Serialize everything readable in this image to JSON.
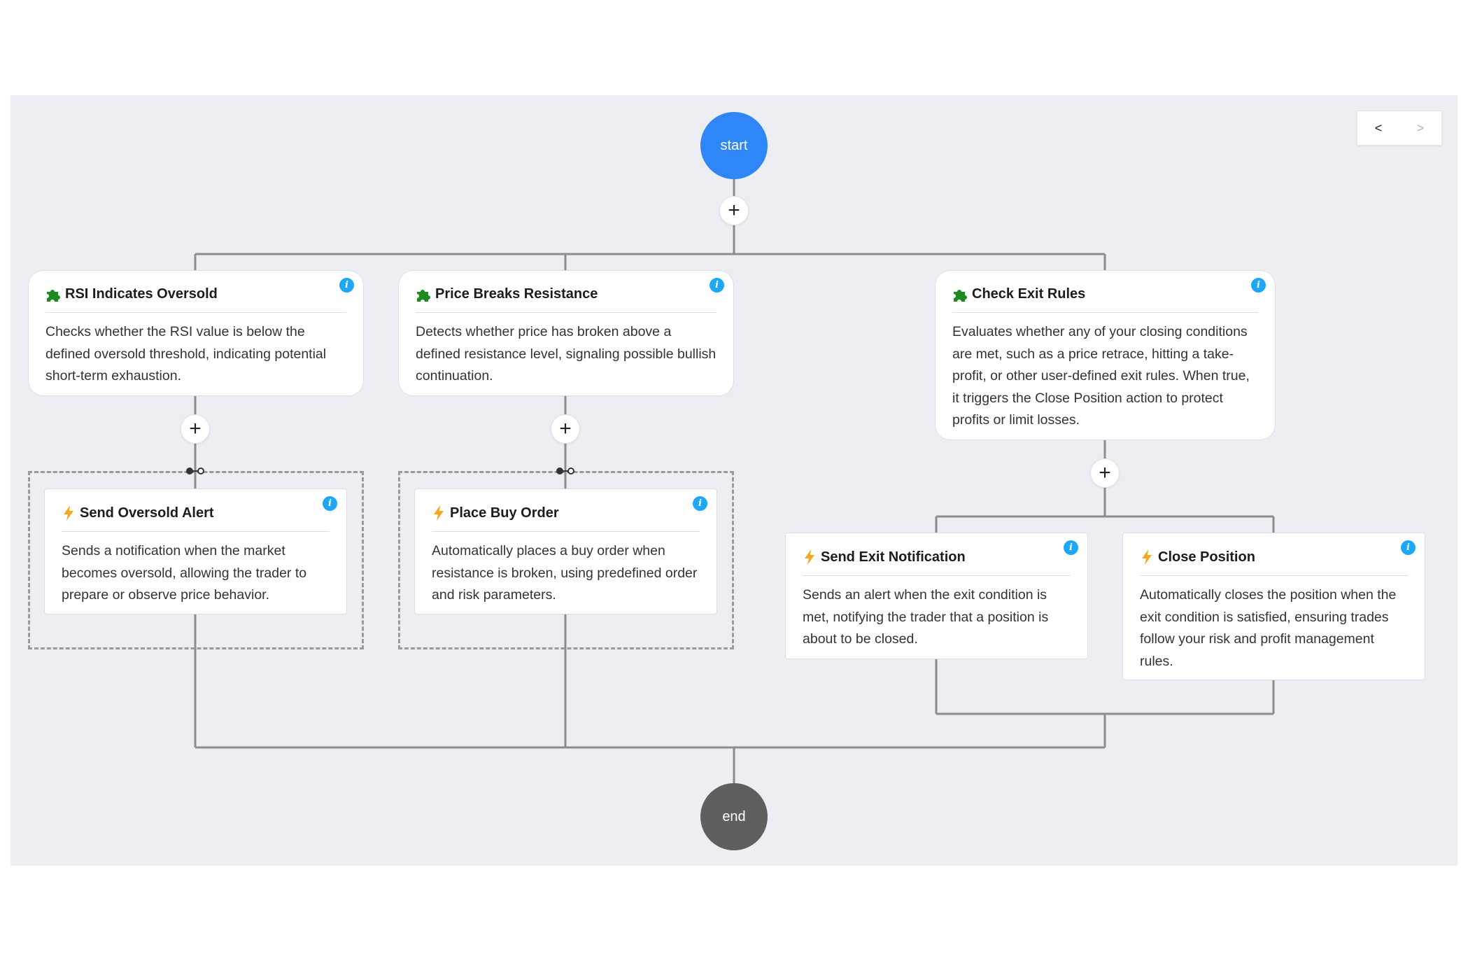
{
  "start_label": "start",
  "end_label": "end",
  "add_symbol": "+",
  "pager": {
    "prev": "<",
    "next": ">"
  },
  "info_symbol": "i",
  "colors": {
    "start": "#2f86f6",
    "end": "#5f5f5f",
    "puzzle": "#1e8b1e",
    "bolt": "#f7a820",
    "info": "#1ea7f5",
    "canvas": "#eceef4",
    "connector": "#8c8c8c"
  },
  "icons": {
    "condition": "puzzle-icon",
    "action": "lightning-icon",
    "link": "link-icon",
    "info": "info-icon"
  },
  "conditions": [
    {
      "title": "RSI Indicates Oversold",
      "description": "Checks whether the RSI value is below the defined oversold threshold, indicating potential short-term exhaustion."
    },
    {
      "title": "Price Breaks Resistance",
      "description": "Detects whether price has broken above a defined resistance level, signaling possible bullish continuation."
    },
    {
      "title": "Check Exit Rules",
      "description": "Evaluates whether any of your closing conditions are met, such as a price retrace, hitting a take-profit, or other user-defined exit rules. When true, it triggers the Close Position action to protect profits or limit losses."
    }
  ],
  "actions": [
    {
      "title": "Send Oversold Alert",
      "description": "Sends a notification when the market becomes oversold, allowing the trader to prepare or observe price behavior."
    },
    {
      "title": "Place Buy Order",
      "description": "Automatically places a buy order when resistance is broken, using predefined order and risk parameters."
    },
    {
      "title": "Send Exit Notification",
      "description": "Sends an alert when the exit condition is met, notifying the trader that a position is about to be closed."
    },
    {
      "title": "Close Position",
      "description": "Automatically closes the position when the exit condition is satisfied, ensuring trades follow your risk and profit management rules."
    }
  ]
}
